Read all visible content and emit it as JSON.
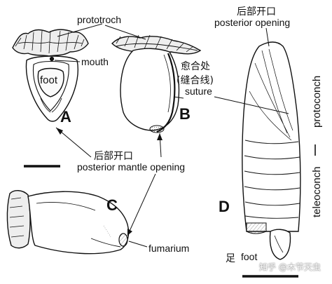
{
  "labels": {
    "prototroch": "prototroch",
    "mouth": "mouth",
    "foot_a": "foot",
    "suture_zh": "愈合处",
    "suture_zh_paren": "(缝合线)",
    "suture": "suture",
    "posterior_opening_zh": "后部开口",
    "posterior_opening": "posterior  opening",
    "posterior_mantle_zh": "后部开口",
    "posterior_mantle": "posterior mantle opening",
    "fumarium": "fumarium",
    "foot_d_zh": "足",
    "foot_d": "foot",
    "protoconch": "protoconch",
    "teleoconch": "teleoconch"
  },
  "panels": {
    "a": "A",
    "b": "B",
    "c": "C",
    "d": "D"
  },
  "watermark": "知乎 @木节天虫"
}
